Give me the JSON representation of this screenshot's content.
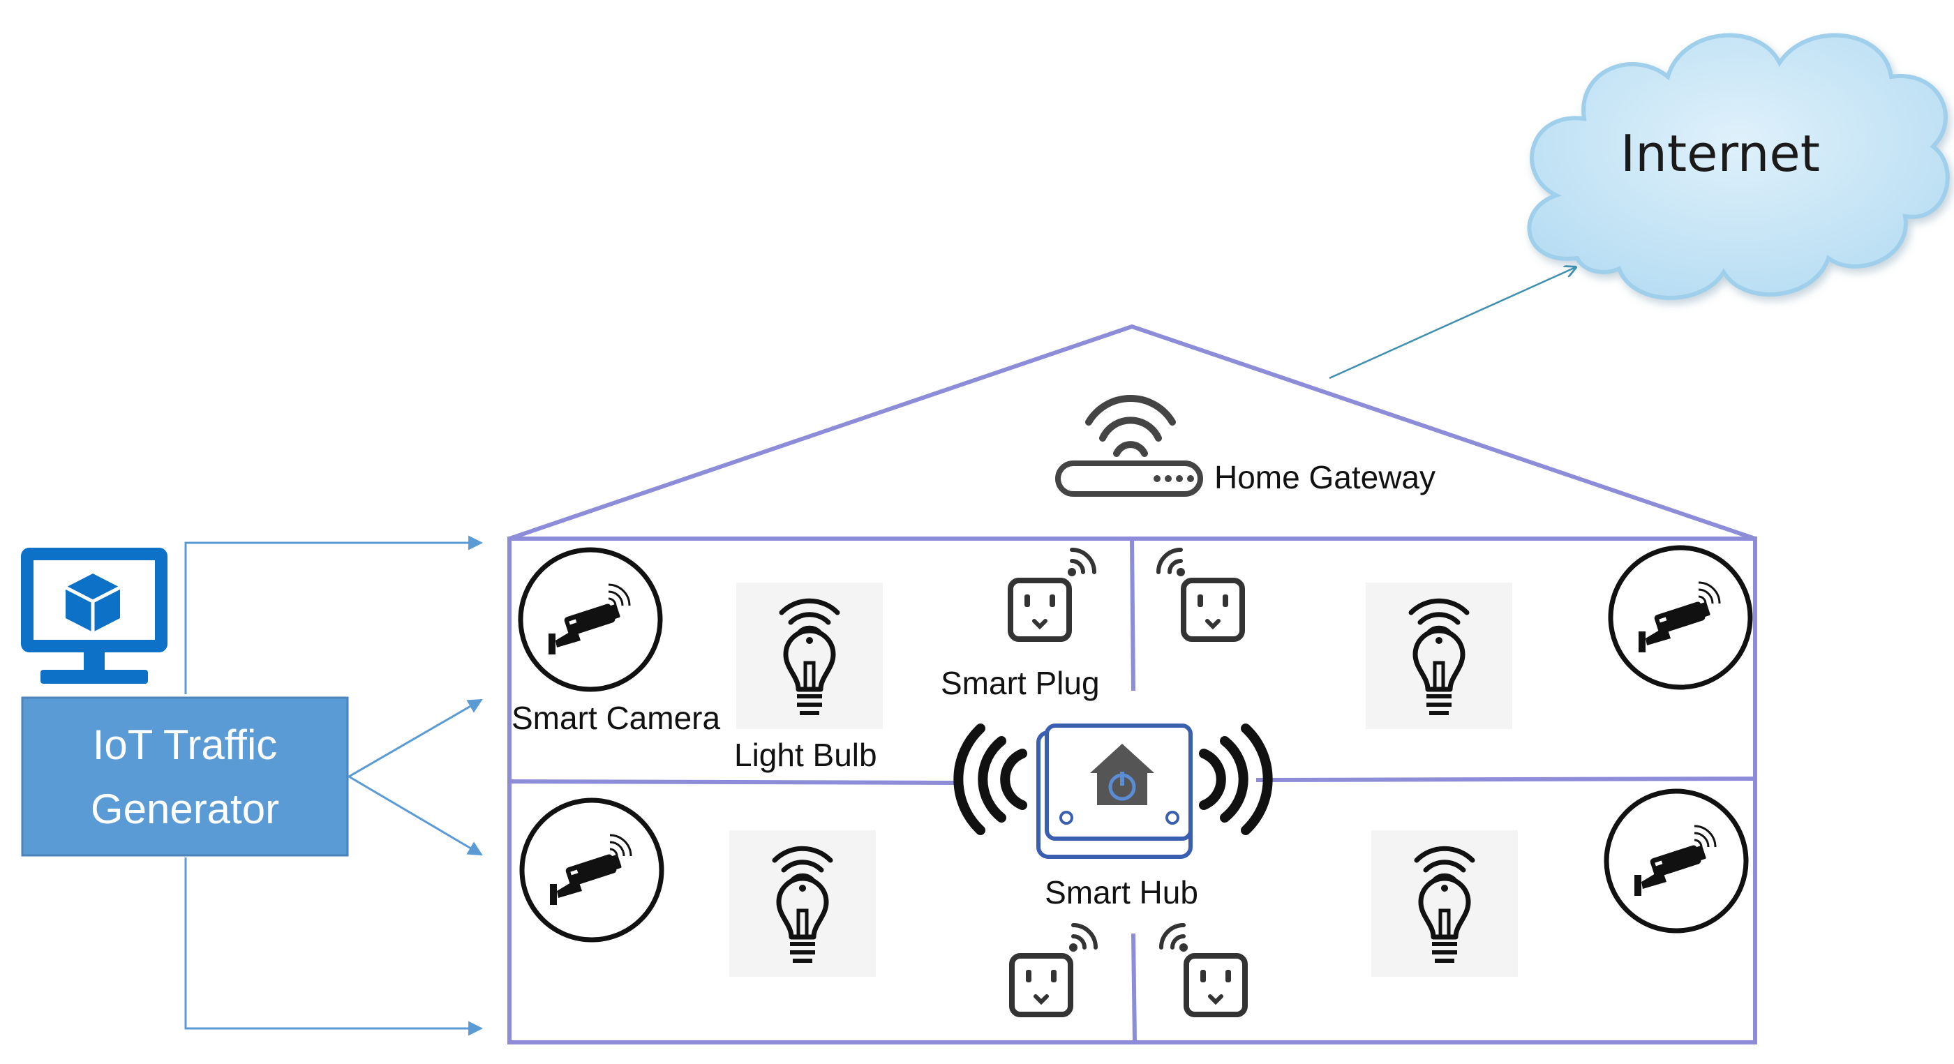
{
  "generator": {
    "line1": "IoT Traffic",
    "line2": "Generator",
    "box_color": "#5b9bd5",
    "icon": "virtual-machine-icon"
  },
  "cloud": {
    "label": "Internet",
    "color": "#c9e6f7",
    "icon": "cloud-icon"
  },
  "house": {
    "outline_color": "#8c8cd9"
  },
  "gateway": {
    "label": "Home Gateway",
    "icon": "router-icon"
  },
  "hub": {
    "label": "Smart Hub",
    "icon": "smart-hub-icon"
  },
  "devices": {
    "camera_label": "Smart Camera",
    "bulb_label": "Light Bulb",
    "plug_label": "Smart Plug",
    "camera_icon": "security-camera-icon",
    "bulb_icon": "light-bulb-icon",
    "plug_icon": "smart-plug-icon"
  },
  "arrow_color": "#5b9bd5"
}
